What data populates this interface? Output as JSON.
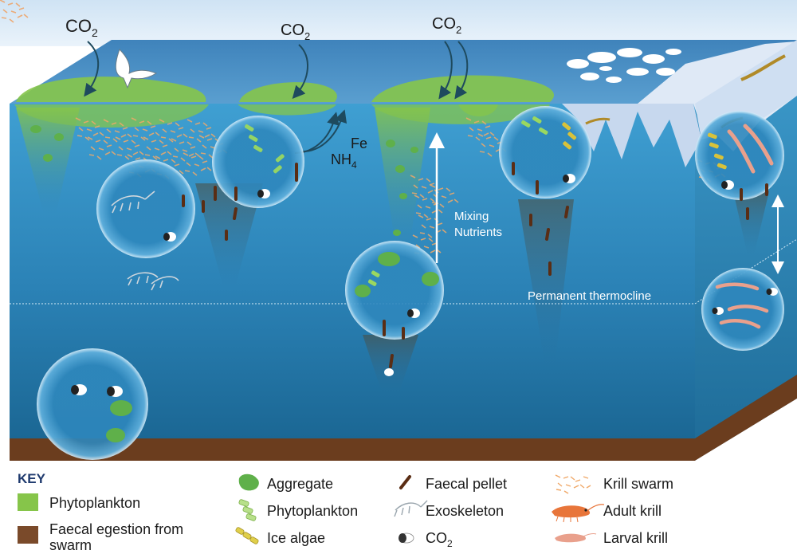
{
  "labels": {
    "co2": "CO",
    "co2_sub": "2",
    "fe": "Fe",
    "nh": "NH",
    "nh_sub": "4",
    "mixing": "Mixing",
    "nutrients": "Nutrients",
    "thermocline": "Permanent thermocline"
  },
  "key": {
    "title": "KEY",
    "items": {
      "phytoplankton_patch": "Phytoplankton",
      "faecal_egestion_line1": "Faecal egestion from",
      "faecal_egestion_line2": "swarm",
      "aggregate": "Aggregate",
      "phytoplankton_cells": "Phytoplankton",
      "ice_algae": "Ice algae",
      "faecal_pellet": "Faecal pellet",
      "exoskeleton": "Exoskeleton",
      "co2": "CO",
      "co2_sub": "2",
      "krill_swarm": "Krill swarm",
      "adult_krill": "Adult krill",
      "larval_krill": "Larval krill"
    }
  },
  "colors": {
    "ocean_top": "#3a97cc",
    "ocean_bottom": "#1d6d9a",
    "surface": "#4f8fc0",
    "phytoplankton": "#86c54a",
    "seafloor": "#6b3d1e",
    "krill": "#e8753a",
    "larval_krill": "#e9a08c",
    "pellet": "#5a2d14",
    "ice": "#dfe9f6",
    "ice_algae": "#d8c23a",
    "arrow_dark": "#1e4a5e"
  }
}
